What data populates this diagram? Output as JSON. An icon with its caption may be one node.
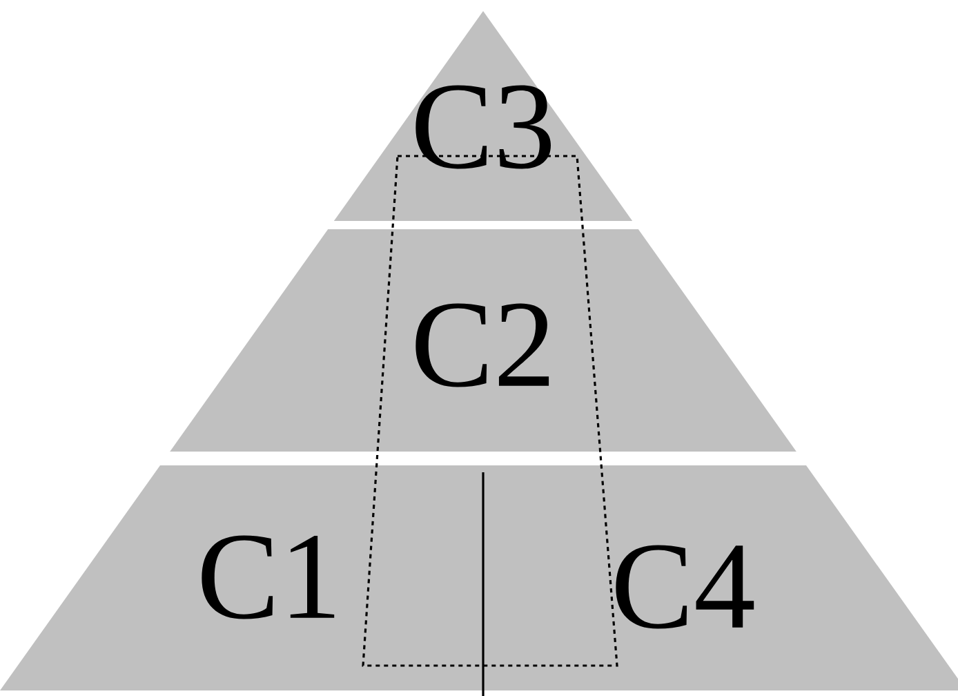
{
  "diagram": {
    "nodes": [
      {
        "text": [
          "C3"
        ]
      },
      {
        "text": [
          "C2"
        ]
      },
      {
        "text": [
          "C1",
          "C4"
        ]
      }
    ]
  }
}
